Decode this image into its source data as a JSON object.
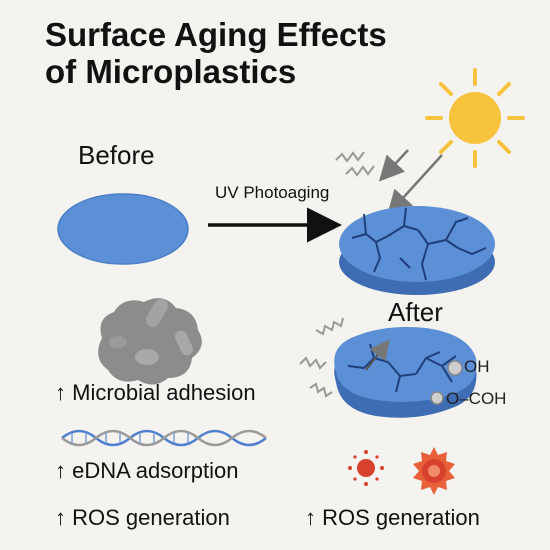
{
  "title": "Surface Aging Effects of Microplastics",
  "labels": {
    "before": "Before",
    "process": "UV Photoaging",
    "after": "After",
    "oh_group": "OH",
    "cooh_group": "O–COH"
  },
  "effects_left": [
    {
      "arrow": "↑",
      "text": "Microbial adhesion"
    },
    {
      "arrow": "↑",
      "text": "eDNA adsorption"
    },
    {
      "arrow": "↑",
      "text": "ROS generation"
    }
  ],
  "effects_right": [
    {
      "arrow": "↑",
      "text": "ROS generation"
    }
  ],
  "colors": {
    "microplastic": "#5b8fd6",
    "microplastic_edge": "#3e6db4",
    "crack": "#1f3f7a",
    "sun": "#f7c33d",
    "bacteria": "#8c8c8c",
    "dna_strand_1": "#4f7fd0",
    "dna_strand_2": "#9a9a9a",
    "ros_dot": "#d9412f",
    "ros_burst": "#e8603a"
  },
  "icons": [
    "sun-icon",
    "uv-ray-icon",
    "bacteria-cluster-icon",
    "dna-helix-icon",
    "ros-dot-icon",
    "ros-burst-icon",
    "up-arrow-icon"
  ]
}
